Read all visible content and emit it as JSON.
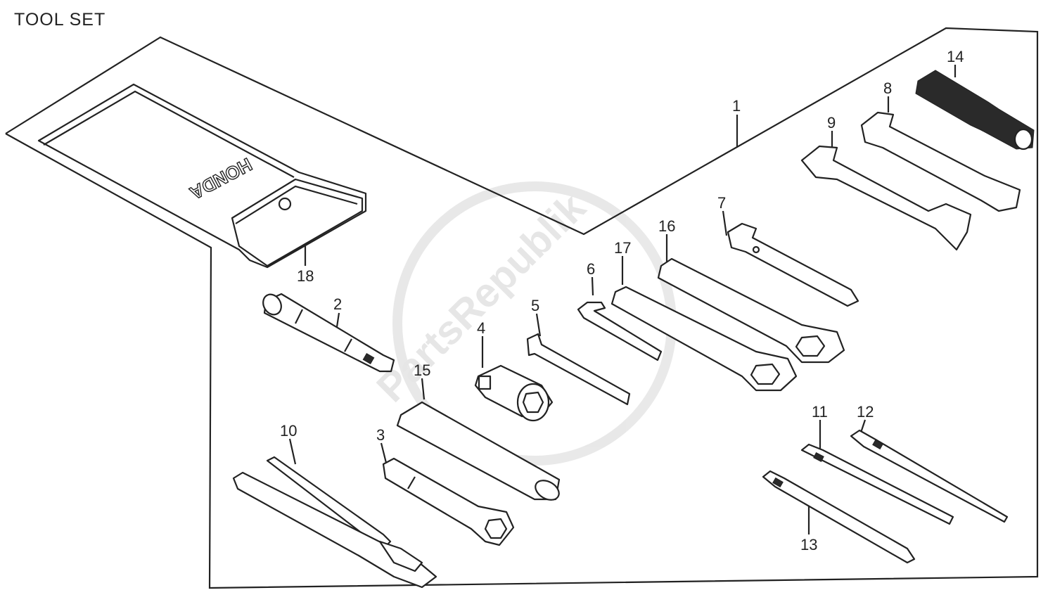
{
  "page": {
    "title": "TOOL SET"
  },
  "watermark": {
    "text": "PartsRepublik"
  },
  "pouch": {
    "brand": "HONDA"
  },
  "callouts": [
    {
      "id": "1",
      "label": "1"
    },
    {
      "id": "2",
      "label": "2"
    },
    {
      "id": "3",
      "label": "3"
    },
    {
      "id": "4",
      "label": "4"
    },
    {
      "id": "5",
      "label": "5"
    },
    {
      "id": "6",
      "label": "6"
    },
    {
      "id": "7",
      "label": "7"
    },
    {
      "id": "8",
      "label": "8"
    },
    {
      "id": "9",
      "label": "9"
    },
    {
      "id": "10",
      "label": "10"
    },
    {
      "id": "11",
      "label": "11"
    },
    {
      "id": "12",
      "label": "12"
    },
    {
      "id": "13",
      "label": "13"
    },
    {
      "id": "14",
      "label": "14"
    },
    {
      "id": "15",
      "label": "15"
    },
    {
      "id": "16",
      "label": "16"
    },
    {
      "id": "17",
      "label": "17"
    },
    {
      "id": "18",
      "label": "18"
    }
  ]
}
